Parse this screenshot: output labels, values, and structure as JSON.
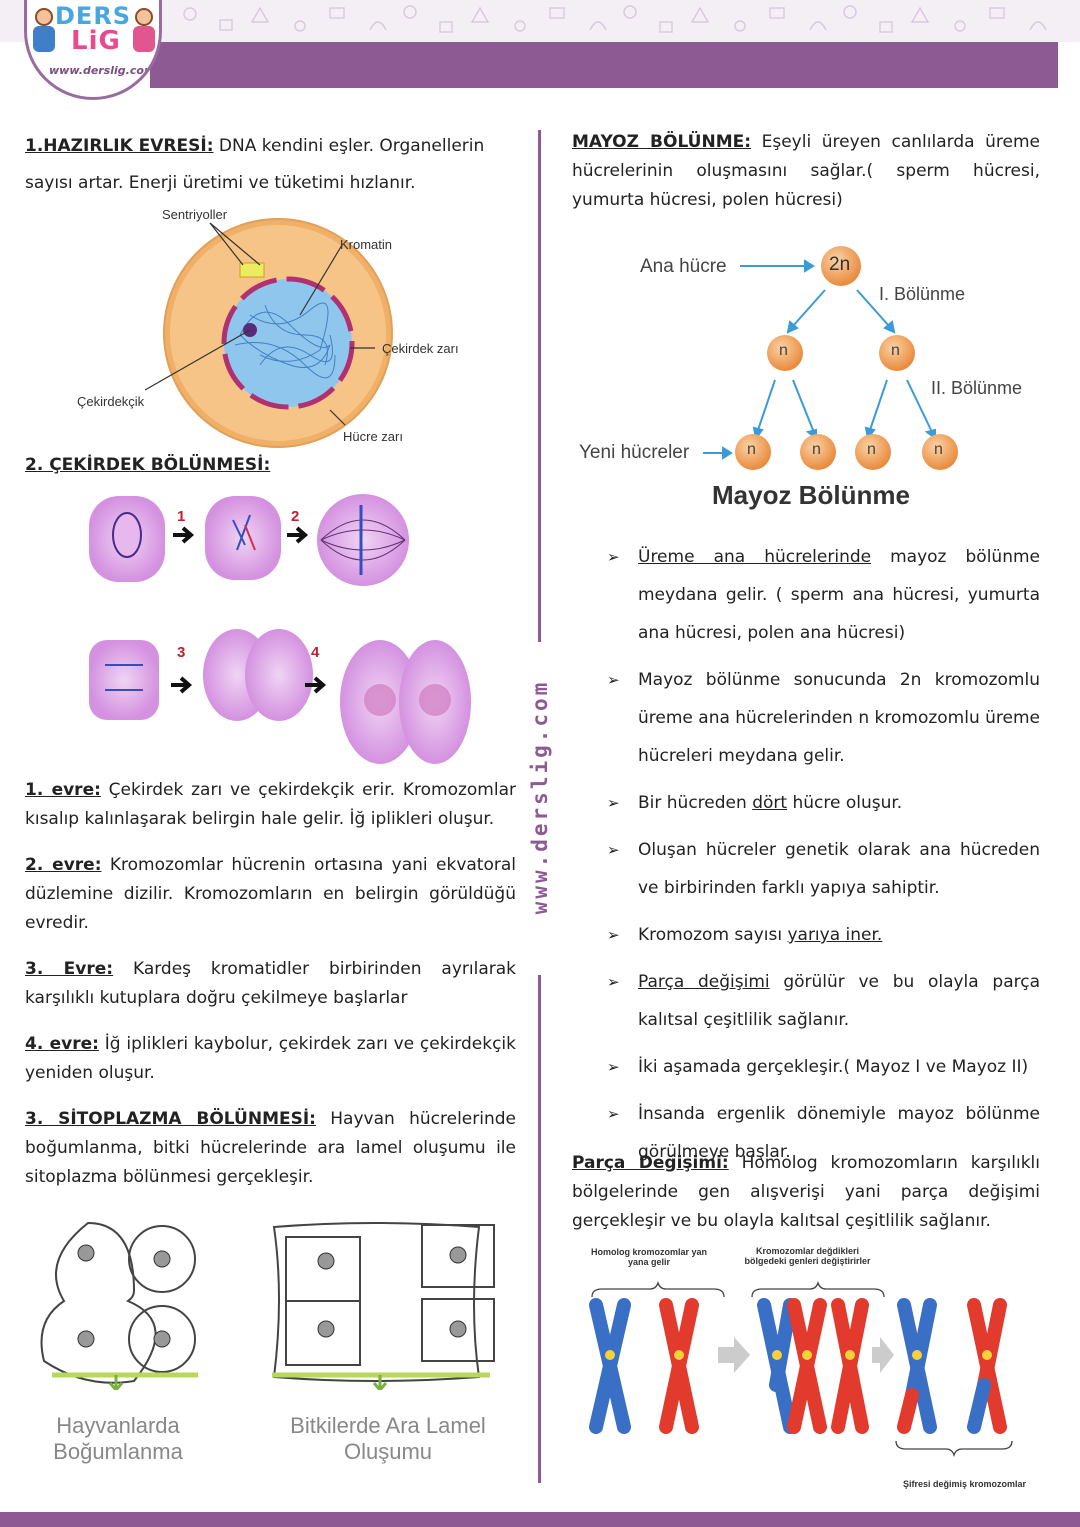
{
  "header": {
    "logo_top": "DERS",
    "logo_mid": "LiG",
    "logo_url": "www.derslig.com"
  },
  "watermark": "www.derslig.com",
  "left": {
    "s1_title": "1.HAZIRLIK EVRESİ:",
    "s1_text": " DNA kendini eşler. Organellerin sayısı artar. Enerji üretimi ve tüketimi hızlanır.",
    "cell_labels": {
      "sentriyoller": "Sentriyoller",
      "kromatin": "Kromatin",
      "cekirdek_zari": "Çekirdek zarı",
      "cekirdekcik": "Çekirdekçik",
      "hucre_zari": "Hücre zarı"
    },
    "s2_title": "2. ÇEKİRDEK BÖLÜNMESİ:",
    "steps": [
      "1",
      "2",
      "3",
      "4"
    ],
    "evre1_label": "1. evre:",
    "evre1_text": " Çekirdek zarı ve çekirdekçik erir. Kromozomlar kısalıp kalınlaşarak belirgin hale gelir. İğ iplikleri oluşur.",
    "evre2_label": "2. evre:",
    "evre2_text": " Kromozomlar hücrenin ortasına yani ekvatoral düzlemine dizilir. Kromozomların en belirgin görüldüğü evredir.",
    "evre3_label": "3. Evre:",
    "evre3_text": " Kardeş kromatidler birbirinden ayrılarak karşılıklı kutuplara doğru çekilmeye başlarlar",
    "evre4_label": "4. evre:",
    "evre4_text": " İğ iplikleri kaybolur, çekirdek zarı ve çekirdekçik yeniden oluşur.",
    "s3_title": "3. SİTOPLAZMA BÖLÜNMESİ:",
    "s3_text": " Hayvan hücrelerinde boğumlanma, bitki hücrelerinde ara lamel oluşumu ile sitoplazma bölünmesi gerçekleşir.",
    "cyto_animal_line1": "Hayvanlarda",
    "cyto_animal_line2": "Boğumlanma",
    "cyto_plant_line1": "Bitkilerde Ara Lamel",
    "cyto_plant_line2": "Oluşumu"
  },
  "right": {
    "mayoz_title": "MAYOZ BÖLÜNME:",
    "mayoz_text": " Eşeyli üreyen canlılarda üreme hücrelerinin oluşmasını sağlar.( sperm hücresi, yumurta hücresi, polen hücresi)",
    "diagram": {
      "ana_hucre": "Ana hücre",
      "two_n": "2n",
      "n": "n",
      "bolunme1": "I. Bölünme",
      "bolunme2": "II. Bölünme",
      "yeni": "Yeni hücreler",
      "caption": "Mayoz Bölünme"
    },
    "bullets": [
      {
        "u": "Üreme ana hücrelerinde",
        "rest": " mayoz bölünme meydana gelir. ( sperm ana hücresi, yumurta ana hücresi, polen ana hücresi)"
      },
      {
        "u": "",
        "rest": "Mayoz bölünme sonucunda 2n kromozomlu üreme ana hücrelerinden n kromozomlu üreme hücreleri meydana gelir."
      },
      {
        "pre": "Bir hücreden ",
        "u": "dört",
        "rest": " hücre oluşur."
      },
      {
        "u": "",
        "rest": "Oluşan hücreler genetik olarak ana hücreden ve birbirinden farklı yapıya sahiptir."
      },
      {
        "pre": "Kromozom sayısı ",
        "u": "yarıya iner.",
        "rest": ""
      },
      {
        "u": "Parça değişimi",
        "rest": " görülür ve bu olayla parça kalıtsal çeşitlilik sağlanır."
      },
      {
        "u": "",
        "rest": "İki aşamada gerçekleşir.( Mayoz I ve Mayoz II)"
      },
      {
        "u": "",
        "rest": "İnsanda ergenlik dönemiyle mayoz bölünme görülmeye başlar."
      }
    ],
    "parca_title": "Parça Değişimi:",
    "parca_text": " Homolog kromozomların karşılıklı bölgelerinde gen alışverişi yani parça değişimi gerçekleşir ve bu olayla kalıtsal çeşitlilik sağlanır.",
    "chrom_label1_l1": "Homolog kromozomlar yan",
    "chrom_label1_l2": "yana gelir",
    "chrom_label2_l1": "Kromozomlar değdikleri",
    "chrom_label2_l2": "bölgedeki genleri değiştirirler",
    "chrom_label3": "Şifresi değimiş kromozomlar"
  },
  "colors": {
    "brand": "#8e5a93",
    "chrom_blue": "#3a6fc6",
    "chrom_red": "#e23a2c",
    "cell_orange": "#f0a060"
  }
}
